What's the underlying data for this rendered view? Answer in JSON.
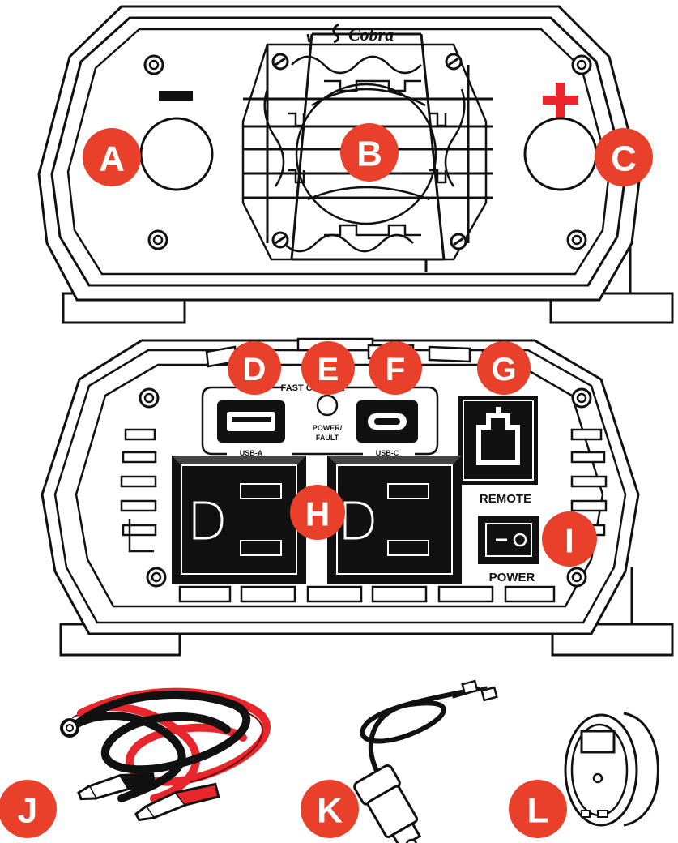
{
  "brand": "Cobra",
  "colors": {
    "callout": "#e8402a",
    "outline": "#111111",
    "cable_red": "#e8262b",
    "plus": "#e8262b"
  },
  "callouts": [
    "A",
    "B",
    "C",
    "D",
    "E",
    "F",
    "G",
    "H",
    "I",
    "J",
    "K",
    "L"
  ],
  "labels": {
    "fast_charge": "FAST CHARGE",
    "usb_a": "USB-A",
    "usb_c": "USB-C",
    "power_fault_line1": "POWER/",
    "power_fault_line2": "FAULT",
    "remote": "REMOTE",
    "power": "POWER"
  },
  "terminals": {
    "negative": "minus-sign",
    "positive": "plus-sign"
  },
  "icons": [
    "screw-icon",
    "fan-icon",
    "usb-a-port-icon",
    "usb-c-port-icon",
    "rj45-port-icon",
    "ac-outlet-icon",
    "rocker-switch-icon",
    "battery-cable-icon",
    "car-plug-cable-icon",
    "remote-display-icon"
  ]
}
